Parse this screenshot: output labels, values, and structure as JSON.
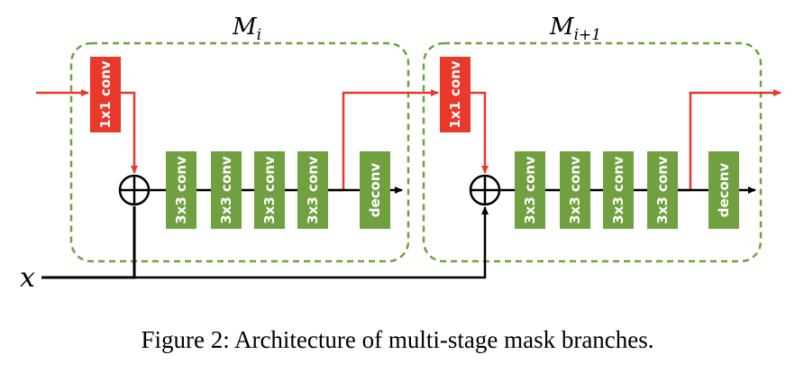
{
  "caption": "Figure 2: Architecture of multi-stage mask branches.",
  "input_label": "x",
  "colors": {
    "conv_red": "#e8392a",
    "conv_green": "#70a040",
    "stage_border": "#70a040",
    "red_line": "#e8392a",
    "black_line": "#000000"
  },
  "stages": [
    {
      "title_main": "M",
      "title_sub": "i",
      "proj_label": "1x1 conv",
      "blocks": [
        "3x3 conv",
        "3x3 conv",
        "3x3 conv",
        "3x3 conv",
        "deconv"
      ]
    },
    {
      "title_main": "M",
      "title_sub": "i+1",
      "proj_label": "1x1 conv",
      "blocks": [
        "3x3 conv",
        "3x3 conv",
        "3x3 conv",
        "3x3 conv",
        "deconv"
      ]
    }
  ]
}
